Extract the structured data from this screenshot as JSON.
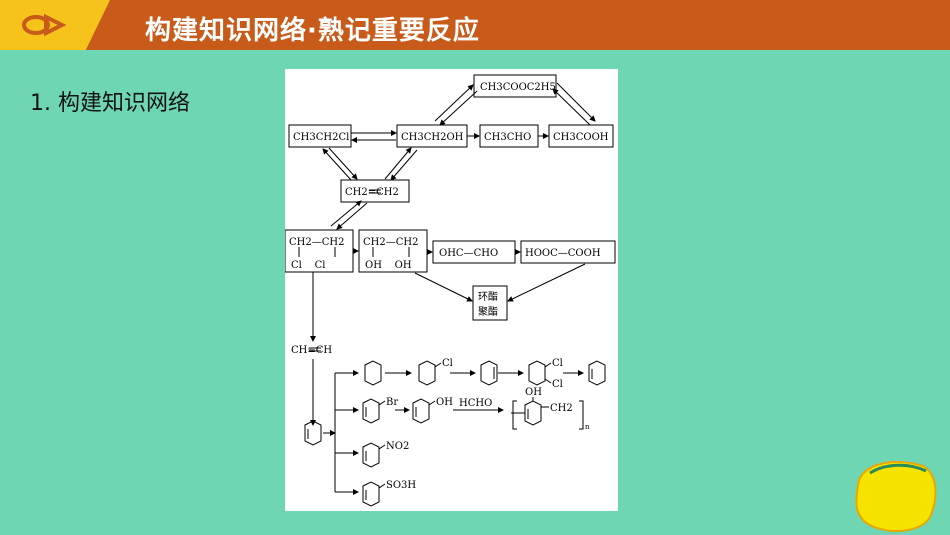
{
  "header": {
    "title": "构建知识网络·熟记重要反应"
  },
  "section": {
    "title": "1. 构建知识网络"
  },
  "diagram": {
    "ethyl_acetate": "CH3COOC2H5",
    "chloroethane": "CH3CH2Cl",
    "ethanol": "CH3CH2OH",
    "acetaldehyde": "CH3CHO",
    "acetic_acid": "CH3COOH",
    "ethylene": "CH2=CH2",
    "dichloroethane_top": "CH2—CH2",
    "dichloroethane_bottom": "Cl    Cl",
    "glycol_top": "CH2—CH2",
    "glycol_bottom": "OH    OH",
    "glyoxal": "OHC—CHO",
    "oxalic_acid": "HOOC—COOH",
    "ester_ring": "环酯",
    "ester_poly": "聚酯",
    "acetylene": "CH≡CH",
    "cl_label": "Cl",
    "cl_label_2": "Cl",
    "cl_label_3": "Cl",
    "br_label": "Br",
    "oh_label": "OH",
    "hcho_label": "HCHO",
    "polymer_oh": "OH",
    "polymer_ch2": "CH2",
    "polymer_n": "n",
    "no2_label": "NO2",
    "so3h_label": "SO3H"
  },
  "colors": {
    "background": "#6fd6b4",
    "header": "#c85a1a",
    "accent": "#f6c21c"
  }
}
